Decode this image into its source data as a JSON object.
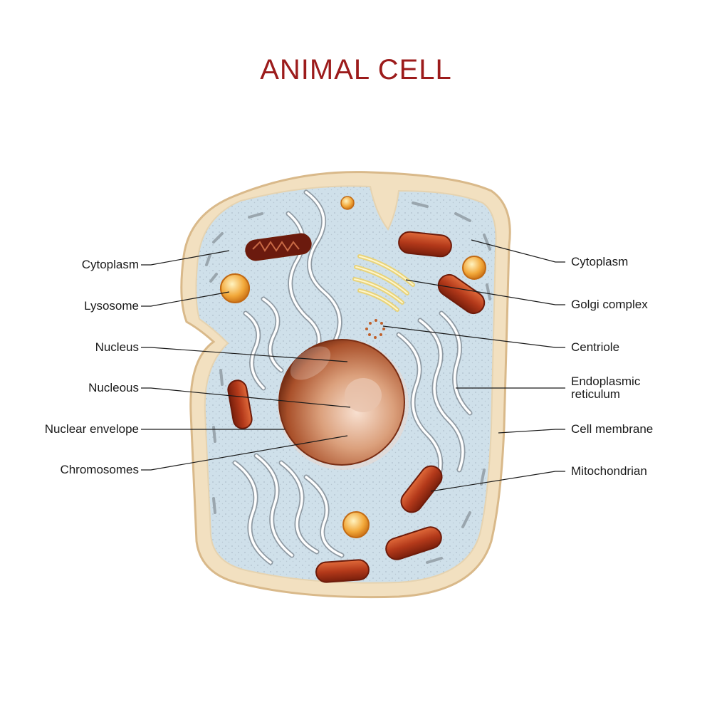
{
  "title": "ANIMAL CELL",
  "labels": {
    "left": {
      "cytoplasm": "Cytoplasm",
      "lysosome": "Lysosome",
      "nucleus": "Nucleus",
      "nucleolus": "Nucleous",
      "nuclear_envelope": "Nuclear envelope",
      "chromosomes": "Chromosomes"
    },
    "right": {
      "cytoplasm": "Cytoplasm",
      "golgi": "Golgi complex",
      "centriole": "Centriole",
      "er_line1": "Endoplasmic",
      "er_line2": "reticulum",
      "cell_membrane": "Cell membrane",
      "mitochondrian": "Mitochondrian"
    }
  },
  "colors": {
    "title": "#9c1b1b",
    "membrane": "#f2e0c0",
    "membrane_edge": "#d9b98a",
    "cytoplasm": "#cfe0ea",
    "er": "#ffffff",
    "er_edge": "#8f9aa3",
    "nucleus": "#b85f3a",
    "mitochondria": "#b43a1a",
    "lysosome": "#f0a030",
    "golgi": "#f3e6a0"
  }
}
